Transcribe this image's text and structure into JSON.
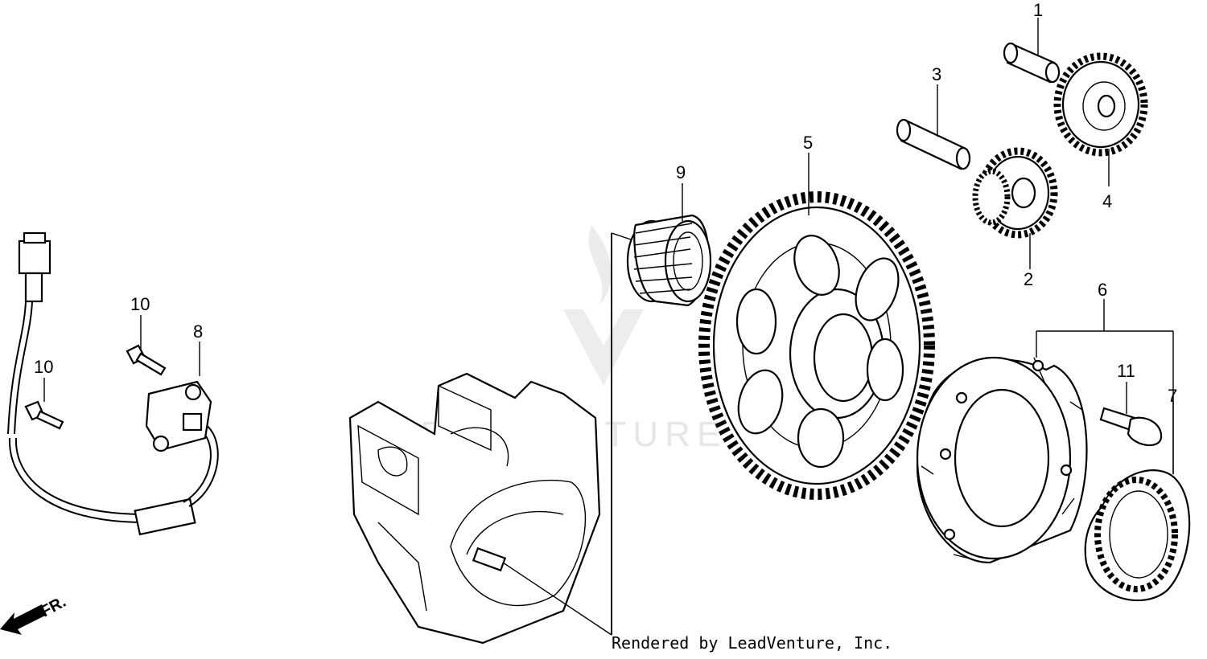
{
  "callouts": [
    "1",
    "2",
    "3",
    "4",
    "5",
    "6",
    "7",
    "8",
    "9",
    "10",
    "10",
    "11"
  ],
  "direction_label": "FR.",
  "credit": "Rendered by LeadVenture, Inc.",
  "watermark": "LEADVENTURE",
  "colors": {
    "ink": "#000000",
    "watermark": "#e6e6e6",
    "background": "#ffffff"
  }
}
